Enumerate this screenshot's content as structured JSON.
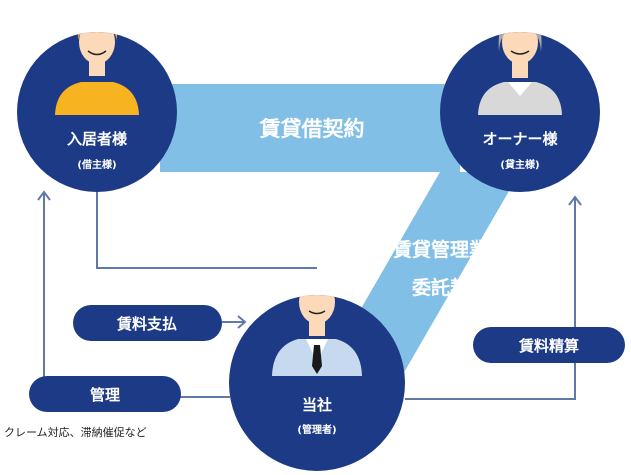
{
  "colors": {
    "navy": "#1d3a86",
    "light_blue": "#82bfe6",
    "connector": "#5f7aaa",
    "skin": "#fcd9b8",
    "tenant_hair": "#f3a321",
    "tenant_shirt": "#f7b320",
    "owner_hair": "#a9a9a9",
    "owner_shirt": "#d8d8d8",
    "manager_hair": "#222222",
    "manager_suit": "#c7d9ef"
  },
  "tenant": {
    "title": "入居者様",
    "subtitle": "(借主様)",
    "icon": "tenant-person-icon"
  },
  "owner": {
    "title": "オーナー様",
    "subtitle": "(貸主様)",
    "icon": "owner-person-icon"
  },
  "company": {
    "title": "当社",
    "subtitle": "(管理者)",
    "icon": "manager-person-icon"
  },
  "lease_contract": {
    "label": "賃貸借契約"
  },
  "management_contract": {
    "line1": "賃貸管理業務",
    "line2": "委託契約"
  },
  "rent_payment": {
    "label": "賃料支払"
  },
  "rent_settlement": {
    "label": "賃料精算"
  },
  "management": {
    "label": "管理",
    "note": "クレーム対応、滞納催促など"
  }
}
